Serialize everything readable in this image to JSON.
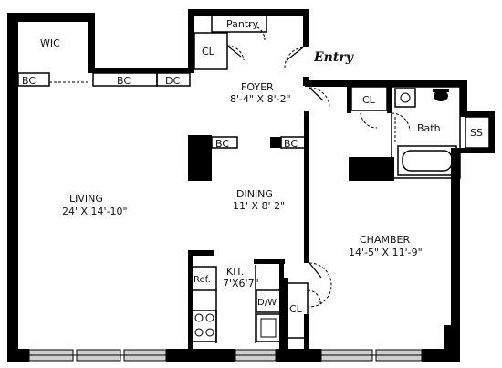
{
  "rooms": {
    "wic": "WIC",
    "pantry": "Pantry",
    "cl_foyer": "CL",
    "entry": "Entry",
    "foyer": {
      "name": "FOYER",
      "dims": "8'-4\" X 8'-2\""
    },
    "bc_1": "BC",
    "bc_2": "BC",
    "dc": "DC",
    "cl_bath": "CL",
    "bath": "Bath",
    "ss": "SS",
    "bc_3": "BC",
    "bc_4": "BC",
    "living": {
      "name": "LIVING",
      "dims": "24' X 14'-10\""
    },
    "dining": {
      "name": "DINING",
      "dims": "11' X 8' 2\""
    },
    "chamber": {
      "name": "CHAMBER",
      "dims": "14'-5\" X 11'-9\""
    },
    "ref": "Ref.",
    "kitchen": {
      "name": "KIT.",
      "dims": "7'X6'7\""
    },
    "dw": "D/W",
    "cl_chamber": "CL"
  },
  "colors": {
    "wall": "#000000",
    "window": "#cfcfcf",
    "background": "#ffffff"
  }
}
